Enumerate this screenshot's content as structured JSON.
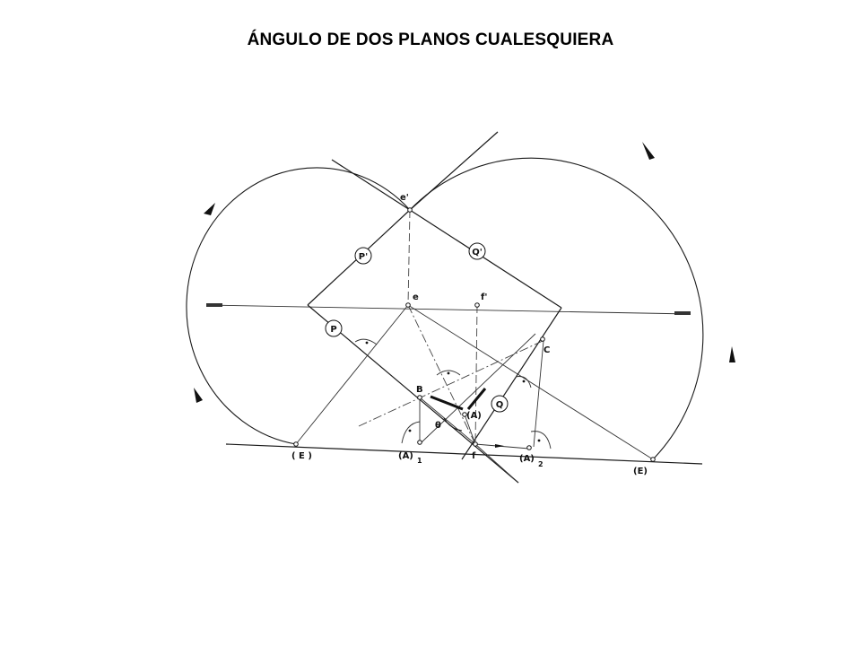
{
  "title": "ÁNGULO DE DOS PLANOS CUALESQUIERA",
  "labels": {
    "e_prime": "e'",
    "P_prime": "P'",
    "Q_prime": "Q'",
    "e": "e",
    "f_prime": "f'",
    "P": "P",
    "C": "C",
    "B": "B",
    "A_paren": "(A)",
    "Q": "Q",
    "theta": "θ",
    "E_left": "( E )",
    "A1": "(A)",
    "A1_sub": "1",
    "f": "f",
    "A2": "(A)",
    "A2_sub": "2",
    "E_right": "(E)"
  }
}
